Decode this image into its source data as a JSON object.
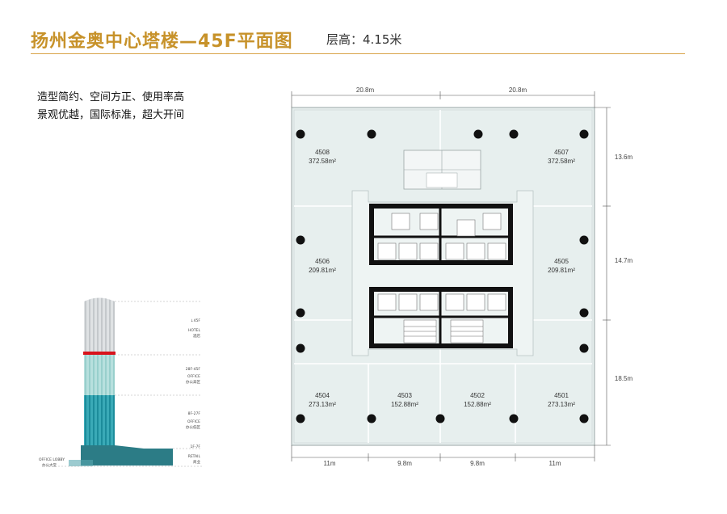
{
  "header": {
    "title": "扬州金奥中心塔楼—45F平面图",
    "floor_height": "层高：4.15米"
  },
  "description": {
    "line1": "造型简约、空间方正、使用率高",
    "line2": "景观优越，国际标准，超大开间"
  },
  "dimensions": {
    "top_left": "20.8m",
    "top_right": "20.8m",
    "right_top": "13.6m",
    "right_middle": "14.7m",
    "right_bottom": "18.5m",
    "bottom_1": "11m",
    "bottom_2": "9.8m",
    "bottom_3": "9.8m",
    "bottom_4": "11m"
  },
  "units": [
    {
      "id": "4508",
      "area": "372.58m²"
    },
    {
      "id": "4507",
      "area": "372.58m²"
    },
    {
      "id": "4506",
      "area": "209.81m²"
    },
    {
      "id": "4505",
      "area": "209.81m²"
    },
    {
      "id": "4504",
      "area": "273.13m²"
    },
    {
      "id": "4503",
      "area": "152.88m²"
    },
    {
      "id": "4502",
      "area": "152.88m²"
    },
    {
      "id": "4501",
      "area": "273.13m²"
    }
  ],
  "tower_diagram": {
    "hotel_floors": "↓45F",
    "hotel_en": "HOTEL",
    "hotel_cn": "酒店",
    "office_high_floors": "28F-45F",
    "office_high_en": "OFFICE",
    "office_high_cn": "办公高区",
    "office_low_floors": "8F-27F",
    "office_low_en": "OFFICE",
    "office_low_cn": "办公低区",
    "retail_floors": "1F-7F",
    "retail_en": "RETAIL",
    "retail_cn": "商业",
    "lobby_en": "OFFICE LOBBY",
    "lobby_cn": "办公大堂"
  },
  "colors": {
    "accent": "#c7922a",
    "floor_fill": "#e7efee",
    "current_floor": "#d8141c",
    "office_high": "#a9d8d6",
    "office_low": "#2a9fae",
    "retail": "#2c7c86"
  }
}
